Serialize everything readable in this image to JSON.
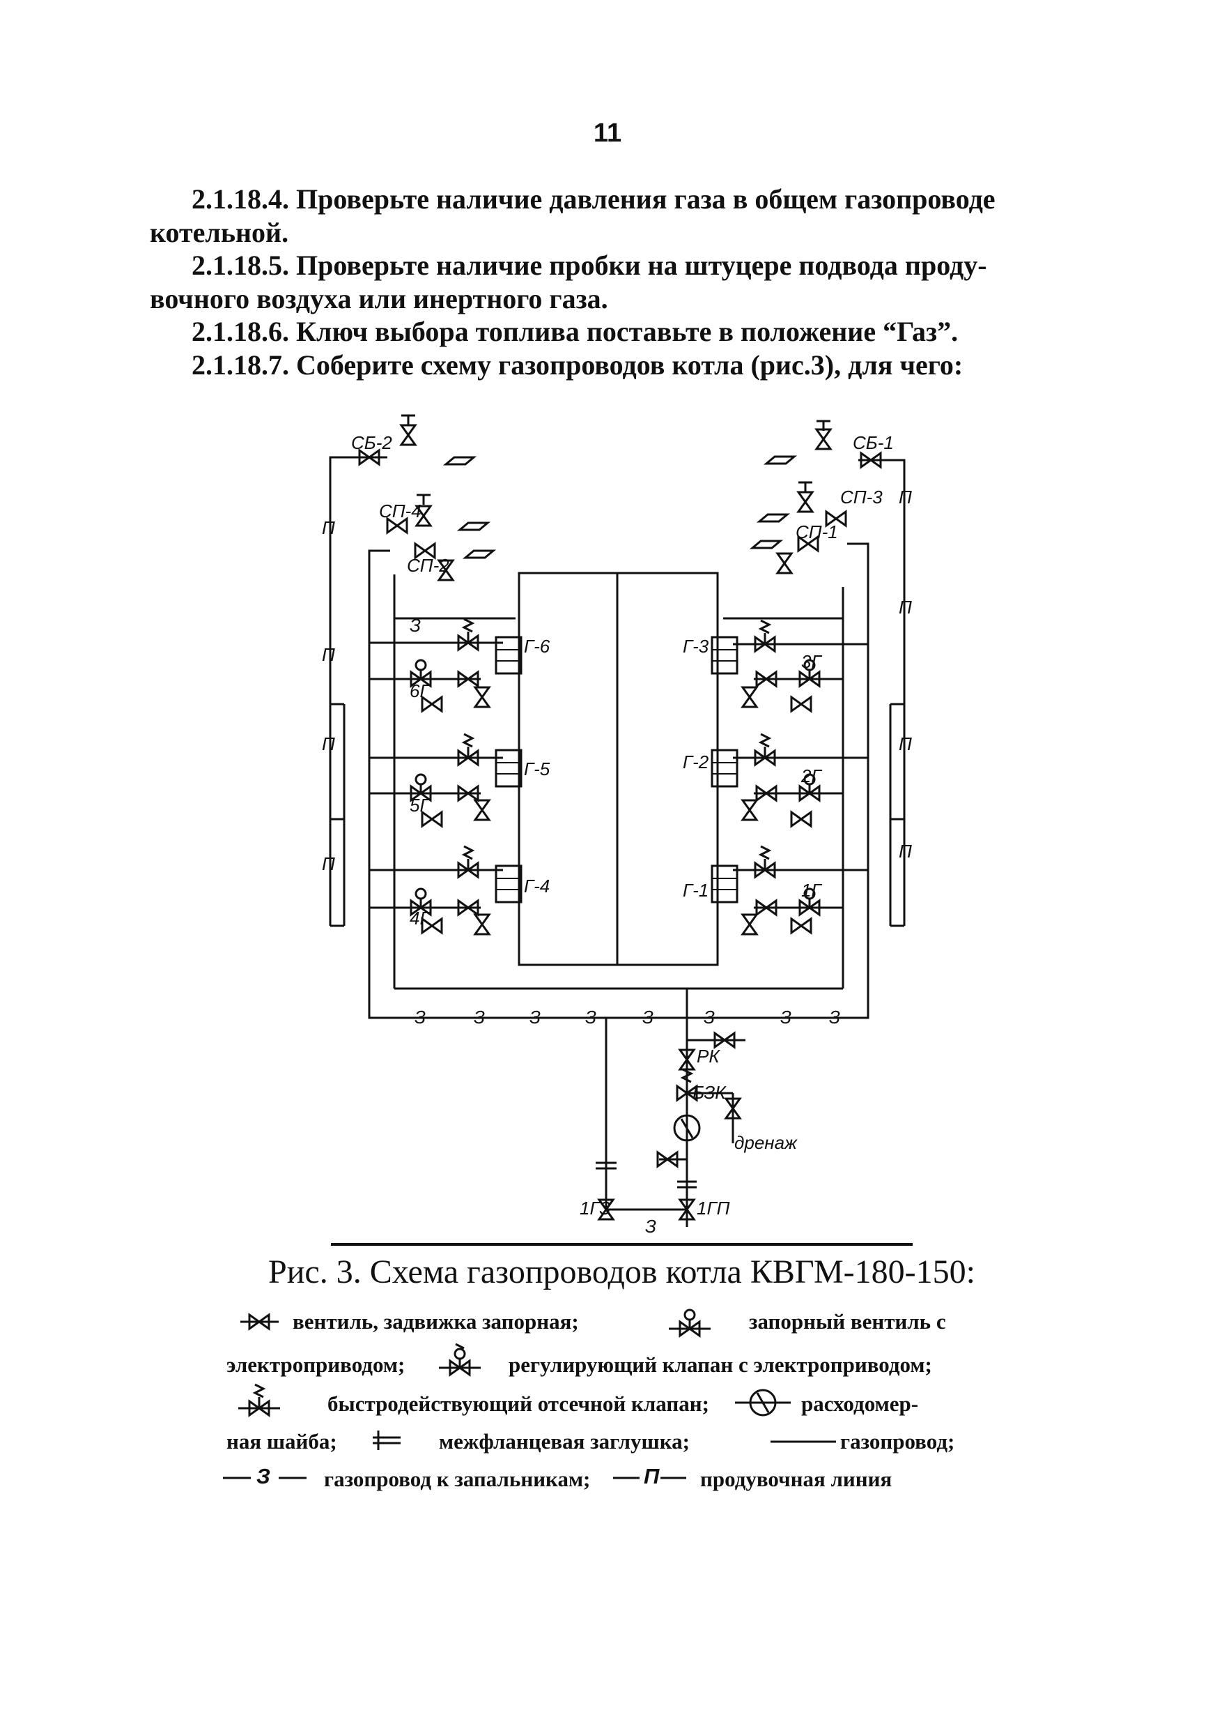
{
  "page_number": "11",
  "paragraphs": [
    {
      "head": "2.1.18.4. Проверьте наличие давления газа в общем газопроводе",
      "tail": "котельной."
    },
    {
      "head": "2.1.18.5. Проверьте наличие пробки на штуцере подвода проду-",
      "tail": "вочного воздуха или инертного газа."
    },
    {
      "head": "2.1.18.6. Ключ выбора топлива поставьте в положение “Газ”.",
      "tail": ""
    },
    {
      "head": "2.1.18.7. Соберите схему газопроводов котла (рис.3), для чего:",
      "tail": ""
    }
  ],
  "diagram": {
    "labels": {
      "sb2": "СБ-2",
      "sb1": "СБ-1",
      "sp4": "СП-4",
      "sp2": "СП-2",
      "sp3": "СП-3",
      "sp1": "СП-1",
      "g6": "Г-6",
      "g5": "Г-5",
      "g4": "Г-4",
      "g3": "Г-3",
      "g2": "Г-2",
      "g1": "Г-1",
      "v6": "6Г",
      "v5": "5Г",
      "v4": "4Г",
      "v3": "3Г",
      "v2": "2Г",
      "v1": "1Г",
      "rk": "РК",
      "bzk": "БЗК",
      "drain": "дренаж",
      "v1gz": "1ГЗ",
      "v1gp": "1ГП",
      "z": "З",
      "p": "П"
    }
  },
  "caption": "Рис. 3. Схема газопроводов котла КВГМ-180-150:",
  "legend": {
    "gate_valve": "вентиль, задвижка запорная;",
    "shutoff_electric_a": "запорный вентиль с",
    "shutoff_electric_b": "электроприводом;",
    "regulating_valve": "регулирующий клапан с электроприводом;",
    "quick_shutoff": "быстродействующий отсечной клапан;",
    "flow_meter_a": "расходомер-",
    "flow_meter_b": "ная шайба;",
    "flange_plug": "межфланцевая заглушка;",
    "gas_pipe": "газопровод;",
    "igniter_line_sym": "З",
    "igniter_line": "газопровод к запальникам;",
    "purge_line_sym": "П",
    "purge_line": "продувочная линия"
  }
}
